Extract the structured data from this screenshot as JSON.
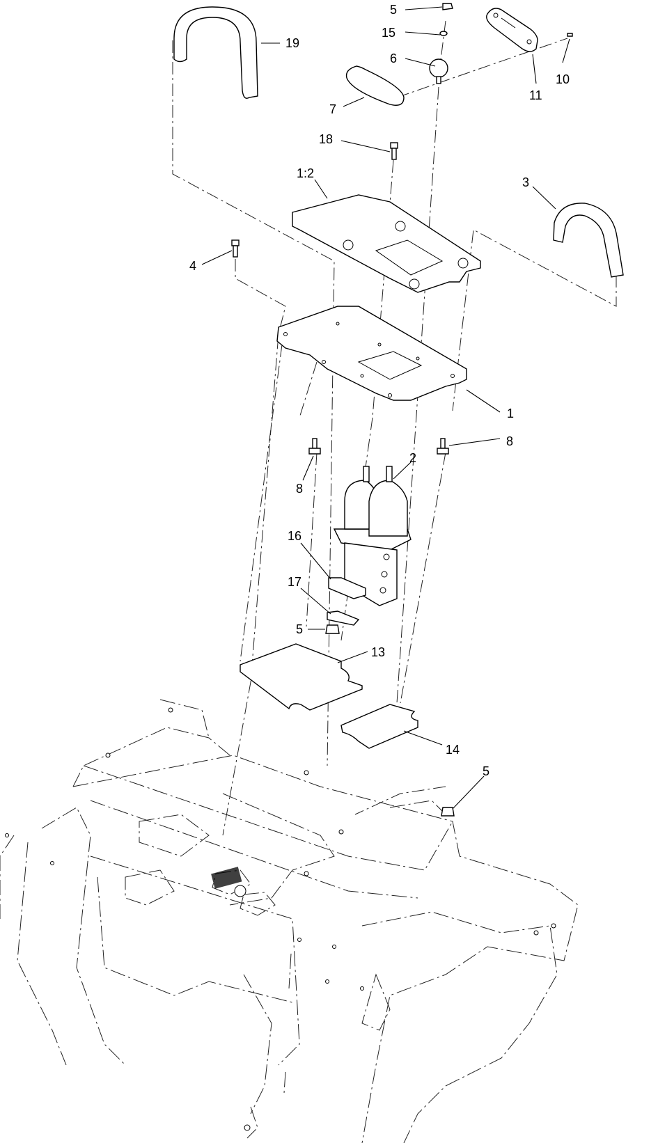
{
  "diagram": {
    "callouts": [
      {
        "id": "c-5a",
        "text": "5"
      },
      {
        "id": "c-15",
        "text": "15"
      },
      {
        "id": "c-6",
        "text": "6"
      },
      {
        "id": "c-7",
        "text": "7"
      },
      {
        "id": "c-19",
        "text": "19"
      },
      {
        "id": "c-10",
        "text": "10"
      },
      {
        "id": "c-11",
        "text": "11"
      },
      {
        "id": "c-18",
        "text": "18"
      },
      {
        "id": "c-1-2",
        "text": "1:2"
      },
      {
        "id": "c-3",
        "text": "3"
      },
      {
        "id": "c-4",
        "text": "4"
      },
      {
        "id": "c-1",
        "text": "1"
      },
      {
        "id": "c-8a",
        "text": "8"
      },
      {
        "id": "c-8b",
        "text": "8"
      },
      {
        "id": "c-2",
        "text": "2"
      },
      {
        "id": "c-16",
        "text": "16"
      },
      {
        "id": "c-17",
        "text": "17"
      },
      {
        "id": "c-5b",
        "text": "5"
      },
      {
        "id": "c-13",
        "text": "13"
      },
      {
        "id": "c-14",
        "text": "14"
      },
      {
        "id": "c-5c",
        "text": "5"
      }
    ]
  }
}
